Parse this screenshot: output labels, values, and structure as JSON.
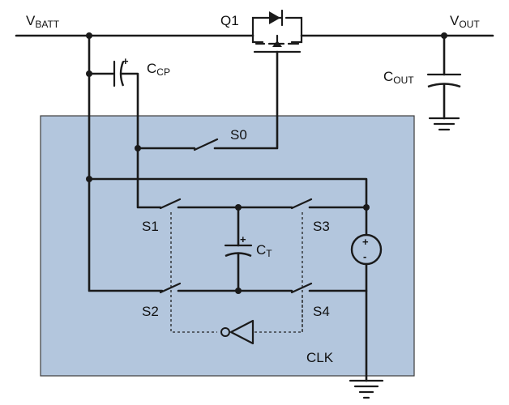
{
  "labels": {
    "vbatt": {
      "main": "V",
      "sub": "BATT"
    },
    "vout": {
      "main": "V",
      "sub": "OUT"
    },
    "q1": "Q1",
    "ccp": {
      "main": "C",
      "sub": "CP"
    },
    "cout": {
      "main": "C",
      "sub": "OUT"
    },
    "ct": {
      "main": "C",
      "sub": "T"
    },
    "s0": "S0",
    "s1": "S1",
    "s2": "S2",
    "s3": "S3",
    "s4": "S4",
    "clk": "CLK"
  },
  "symbols": {
    "plus": "+",
    "minus": "-"
  },
  "colors": {
    "ic_fill": "#b3c6dd",
    "ic_stroke": "#3c3c3c",
    "wire": "#1a1a1a"
  }
}
